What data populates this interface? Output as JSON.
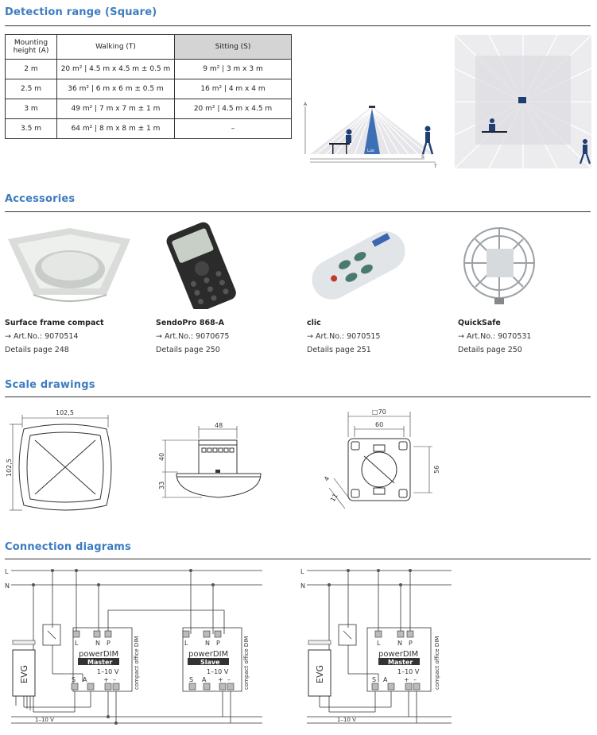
{
  "sections": {
    "detection": "Detection range (Square)",
    "accessories": "Accessories",
    "scale": "Scale drawings",
    "connection": "Connection diagrams"
  },
  "detection_table": {
    "headers": [
      "Mounting height (A)",
      "Walking (T)",
      "Sitting (S)"
    ],
    "header_mounting_line1": "Mounting",
    "header_mounting_line2": "height (A)",
    "rows": [
      [
        "2 m",
        "20 m² | 4.5 m x 4.5 m ± 0.5 m",
        "9 m² | 3 m x 3 m"
      ],
      [
        "2.5 m",
        "36 m² | 6 m x 6 m ± 0.5 m",
        "16 m² | 4 m x 4 m"
      ],
      [
        "3 m",
        "49 m² | 7 m x 7 m ± 1 m",
        "20 m² | 4.5 m x 4.5 m"
      ],
      [
        "3.5 m",
        "64 m² | 8 m x 8 m ± 1 m",
        "–"
      ]
    ]
  },
  "range_diagram": {
    "label_a": "A",
    "label_s": "S",
    "label_t": "T",
    "label_lux": "Lux"
  },
  "accessories": [
    {
      "name": "Surface frame compact",
      "art": "Art.No.: 9070514",
      "details": "Details page 248"
    },
    {
      "name": "SendoPro 868-A",
      "art": "Art.No.: 9070675",
      "details": "Details page 250"
    },
    {
      "name": "clic",
      "art": "Art.No.: 9070515",
      "details": "Details page 251"
    },
    {
      "name": "QuickSafe",
      "art": "Art.No.: 9070531",
      "details": "Details page 250"
    }
  ],
  "arrow_glyph": "→",
  "scale_drawings": {
    "frame_width": "102,5",
    "frame_height": "102,5",
    "side_width": "48",
    "side_top": "40",
    "side_bottom": "33",
    "mount_outer": "70",
    "mount_outer_symbol": "□",
    "mount_inner": "60",
    "mount_height": "56",
    "mount_d1": "4",
    "mount_d2": "11"
  },
  "connection": {
    "line_l": "L",
    "line_n": "N",
    "device_brand": "powerDIM",
    "master": "Master",
    "slave": "Slave",
    "voltage": "1–10 V",
    "voltage_bus": "1–10 V",
    "evg": "EVG",
    "side_text": "compact office DIM",
    "term_l": "L",
    "term_n": "N",
    "term_p": "P",
    "term_s": "S",
    "term_a": "A",
    "term_plus": "+",
    "term_minus": "–"
  }
}
